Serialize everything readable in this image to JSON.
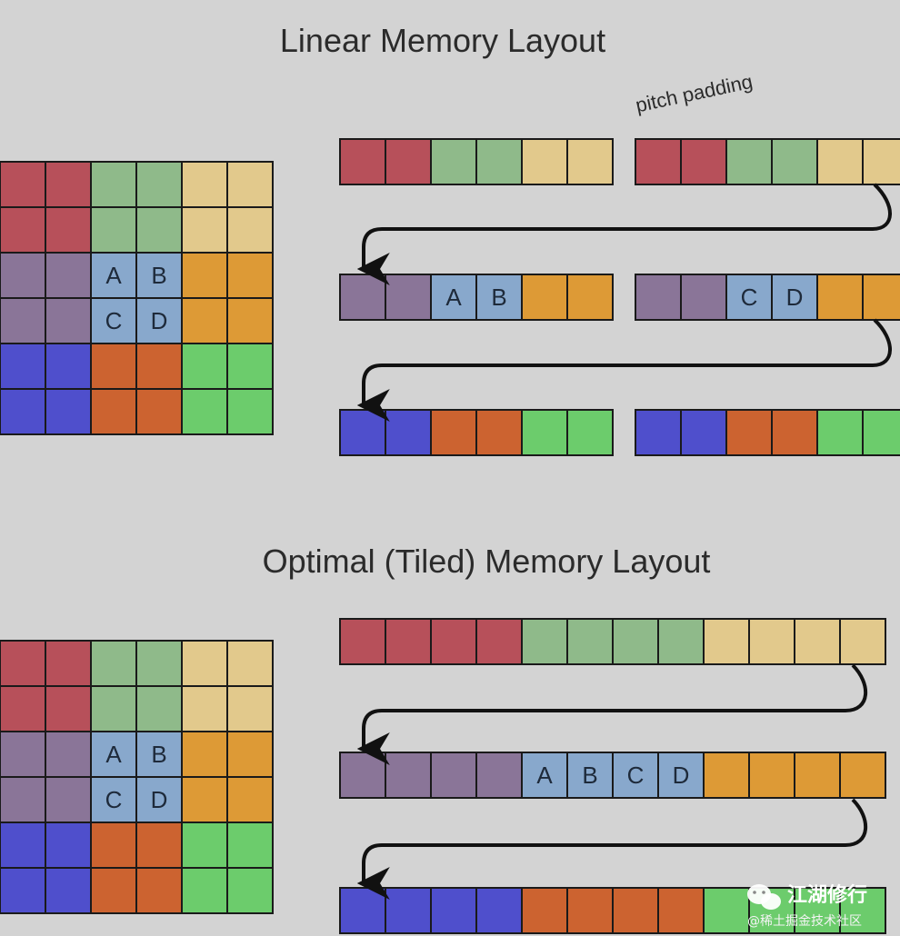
{
  "colors": {
    "red": "#b7505a",
    "green": "#8fba8a",
    "tan": "#e2c98c",
    "purple": "#8a7598",
    "blue": "#88a8cc",
    "orange": "#dd9a36",
    "indigo": "#4f4fcc",
    "rust": "#cc6330",
    "lime": "#6ccc6c",
    "grid_line": "#1a1a1a",
    "arrow": "#111111"
  },
  "image_grid": [
    [
      "red",
      "red",
      "green",
      "green",
      "tan",
      "tan"
    ],
    [
      "red",
      "red",
      "green",
      "green",
      "tan",
      "tan"
    ],
    [
      "purple",
      "purple",
      "blue:A",
      "blue:B",
      "orange",
      "orange"
    ],
    [
      "purple",
      "purple",
      "blue:C",
      "blue:D",
      "orange",
      "orange"
    ],
    [
      "indigo",
      "indigo",
      "rust",
      "rust",
      "lime",
      "lime"
    ],
    [
      "indigo",
      "indigo",
      "rust",
      "rust",
      "lime",
      "lime"
    ]
  ],
  "linear": {
    "title": "Linear Memory Layout",
    "annotation": "pitch padding",
    "rows": [
      [
        [
          "red",
          "red",
          "green",
          "green",
          "tan",
          "tan"
        ],
        [
          "red",
          "red",
          "green",
          "green",
          "tan",
          "tan"
        ]
      ],
      [
        [
          "purple",
          "purple",
          "blue:A",
          "blue:B",
          "orange",
          "orange"
        ],
        [
          "purple",
          "purple",
          "blue:C",
          "blue:D",
          "orange",
          "orange"
        ]
      ],
      [
        [
          "indigo",
          "indigo",
          "rust",
          "rust",
          "lime",
          "lime"
        ],
        [
          "indigo",
          "indigo",
          "rust",
          "rust",
          "lime",
          "lime"
        ]
      ]
    ]
  },
  "tiled": {
    "title": "Optimal (Tiled) Memory Layout",
    "rows": [
      [
        "red",
        "red",
        "red",
        "red",
        "green",
        "green",
        "green",
        "green",
        "tan",
        "tan",
        "tan",
        "tan"
      ],
      [
        "purple",
        "purple",
        "purple",
        "purple",
        "blue:A",
        "blue:B",
        "blue:C",
        "blue:D",
        "orange",
        "orange",
        "orange",
        "orange"
      ],
      [
        "indigo",
        "indigo",
        "indigo",
        "indigo",
        "rust",
        "rust",
        "rust",
        "rust",
        "lime",
        "lime",
        "lime",
        "lime"
      ]
    ]
  },
  "watermark": {
    "name": "江湖修行",
    "sub": "@稀土掘金技术社区"
  }
}
